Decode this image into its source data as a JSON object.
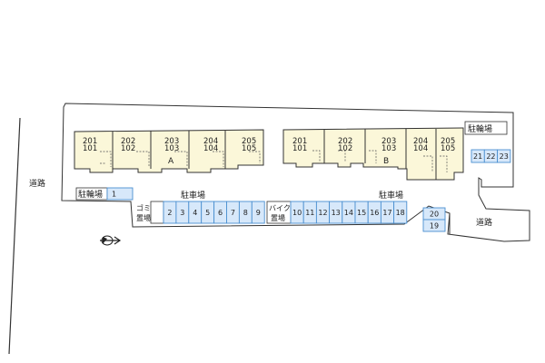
{
  "roads": {
    "west_label": "道路",
    "east_label": "道路"
  },
  "building_a": {
    "label": "A",
    "units": [
      {
        "upper": "201",
        "lower": "101"
      },
      {
        "upper": "202",
        "lower": "102"
      },
      {
        "upper": "203",
        "lower": "103"
      },
      {
        "upper": "204",
        "lower": "104"
      },
      {
        "upper": "205",
        "lower": "105"
      }
    ]
  },
  "building_b": {
    "label": "B",
    "units": [
      {
        "upper": "201",
        "lower": "101"
      },
      {
        "upper": "202",
        "lower": "102"
      },
      {
        "upper": "203",
        "lower": "103"
      },
      {
        "upper": "204",
        "lower": "104"
      },
      {
        "upper": "205",
        "lower": "105"
      }
    ]
  },
  "bicycle_parking": {
    "label_west": "駐輪場",
    "label_east": "駐輪場",
    "west_slots": [
      "1"
    ],
    "east_slots": [
      "21",
      "22",
      "23"
    ]
  },
  "parking": {
    "label_west": "駐車場",
    "label_east": "駐車場",
    "west_slots": [
      "2",
      "3",
      "4",
      "5",
      "6",
      "7",
      "8",
      "9"
    ],
    "east_slots": [
      "10",
      "11",
      "12",
      "13",
      "14",
      "15",
      "16",
      "17",
      "18"
    ],
    "corner_slots": [
      "20",
      "19"
    ]
  },
  "facilities": {
    "garbage_line1": "ゴミ",
    "garbage_line2": "置場",
    "bike_line1": "バイク",
    "bike_line2": "置場"
  },
  "colors": {
    "building_fill": "#fbf7d9",
    "parking_fill": "#d7e8fa",
    "parking_stroke": "#4a8fd0",
    "line": "#333333"
  },
  "compass_icon": "north-arrow-icon"
}
